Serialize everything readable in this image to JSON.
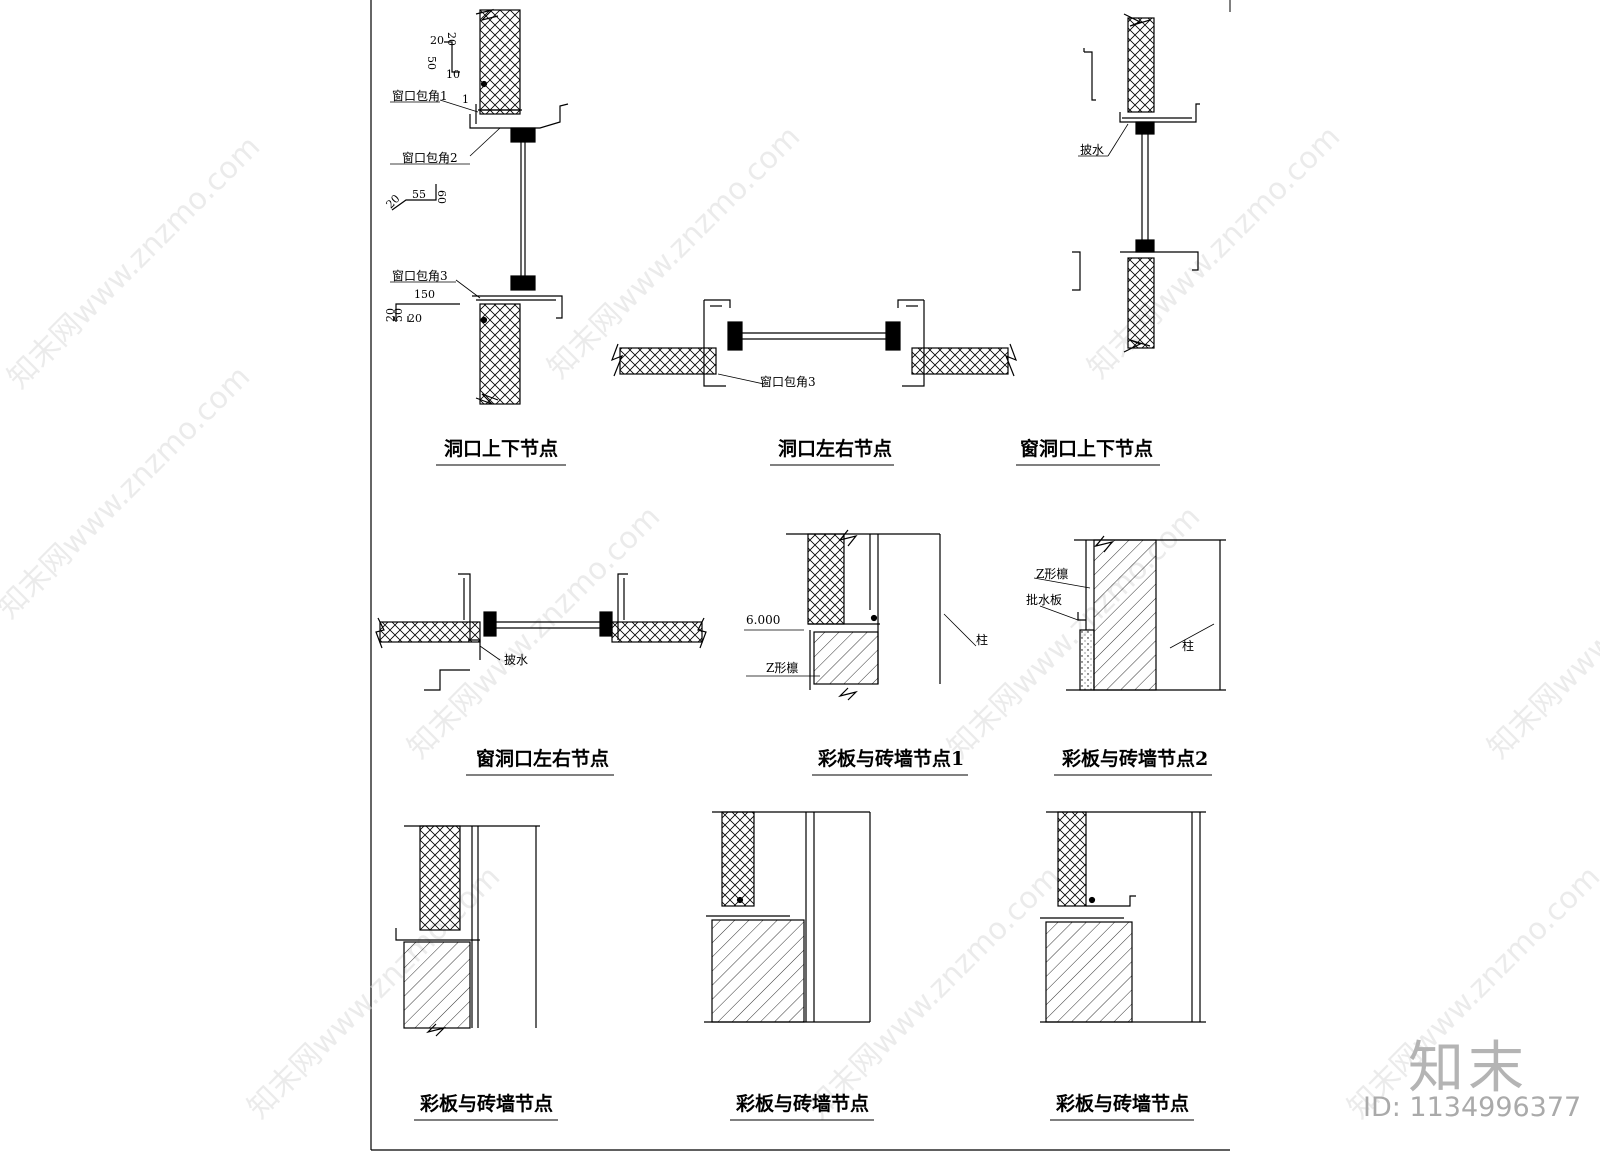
{
  "captions": {
    "c1": "洞口上下节点",
    "c2": "洞口左右节点",
    "c3": "窗洞口上下节点",
    "c4": "窗洞口左右节点",
    "c5": "彩板与砖墙节点1",
    "c6": "彩板与砖墙节点2",
    "c7": "彩板与砖墙节点",
    "c8": "彩板与砖墙节点",
    "c9": "彩板与砖墙节点"
  },
  "labels": {
    "corner1": "窗口包角1",
    "corner2": "窗口包角2",
    "corner3": "窗口包角3",
    "corner3b": "窗口包角3",
    "drip1": "披水",
    "drip2": "披水",
    "drip_board": "批水板",
    "z_purlin1": "Z形檩",
    "z_purlin2": "Z形檩",
    "column1": "柱",
    "column2": "柱",
    "elevation": "6.000"
  },
  "dimensions": {
    "d20a": "20",
    "d20b": "20",
    "d50": "50",
    "d10": "10",
    "d1": "1",
    "d20c": "20",
    "d55": "55",
    "d60": "60",
    "d150": "150",
    "d20d": "20",
    "d50b": "50",
    "d20e": "20"
  },
  "watermark": {
    "text": "知末网www.znzmo.com",
    "brand": "知末",
    "id": "ID: 1134996377"
  }
}
